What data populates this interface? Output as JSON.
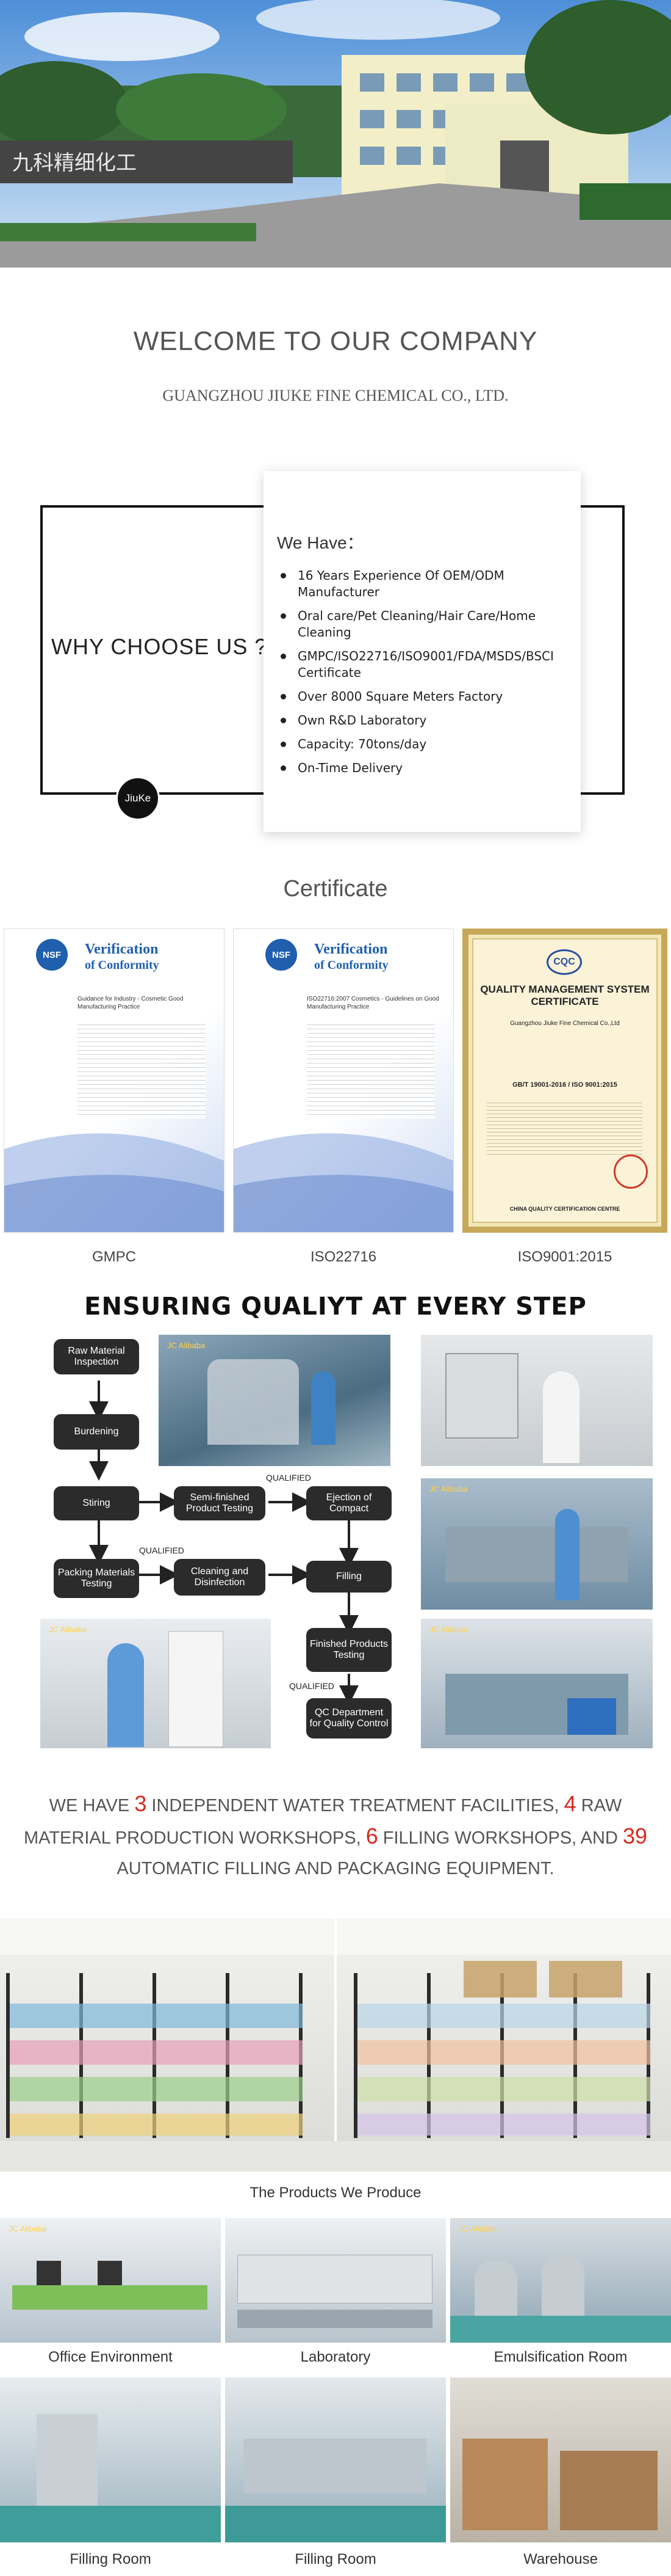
{
  "welcome": {
    "title": "WELCOME TO OUR COMPANY",
    "company": "GUANGZHOU JIUKE FINE CHEMICAL CO., LTD."
  },
  "why": {
    "heading": "WHY CHOOSE US ?",
    "logo": "JiuKe",
    "have_title": "We Have：",
    "items": [
      "16 Years Experience Of OEM/ODM Manufacturer",
      "Oral care/Pet Cleaning/Hair Care/Home Cleaning",
      "GMPC/ISO22716/ISO9001/FDA/MSDS/BSCI Certificate",
      "Over 8000 Square Meters Factory",
      "Own R&D Laboratory",
      "Capacity:  70tons/day",
      "On-Time Delivery"
    ]
  },
  "certificate": {
    "title": "Certificate",
    "items": [
      {
        "caption": "GMPC",
        "head": "Verification",
        "head2": "of Conformity",
        "sub": "Guidance for Industry - Cosmetic Good Manufacturing Practice"
      },
      {
        "caption": "ISO22716",
        "head": "Verification",
        "head2": "of Conformity",
        "sub": "ISO22716:2007 Cosmetics - Guidelines on Good Manufacturing Practice"
      },
      {
        "caption": "ISO9001:2015",
        "qms": "QUALITY MANAGEMENT SYSTEM CERTIFICATE",
        "company": "Guangzhou Jiuke Fine Chemical Co.,Ltd",
        "std": "GB/T 19001-2016 / ISO 9001:2015",
        "centre": "CHINA QUALITY CERTIFICATION CENTRE"
      }
    ]
  },
  "quality": {
    "title": "ENSURING QUALIYT AT EVERY STEP",
    "steps": {
      "raw": "Raw Material Inspection",
      "burdening": "Burdening",
      "stiring": "Stiring",
      "semi": "Semi-finished Product Testing",
      "ejection": "Ejection of Compact",
      "packing": "Packing Materials Testing",
      "cleaning": "Cleaning and Disinfection",
      "filling": "Filling",
      "finished": "Finished Products Testing",
      "qc": "QC Department for Quality Control"
    },
    "qualified": "QUALIFIED"
  },
  "facilities": {
    "p1": "WE HAVE ",
    "n1": "3",
    "p2": " INDEPENDENT WATER TREATMENT FACILITIES, ",
    "n2": "4",
    "p3": " RAW MATERIAL PRODUCTION WORKSHOPS, ",
    "n3": "6",
    "p4": " FILLING WORKSHOPS, AND ",
    "n4": "39",
    "p5": " AUTOMATIC FILLING AND PACKAGING EQUIPMENT.",
    "accent": "#d62b1e"
  },
  "products": {
    "caption": "The Products We Produce"
  },
  "gallery": [
    {
      "caption": "Office Environment"
    },
    {
      "caption": "Laboratory"
    },
    {
      "caption": "Emulsification Room"
    },
    {
      "caption": "Filling Room"
    },
    {
      "caption": "Filling Room"
    },
    {
      "caption": "Warehouse"
    }
  ]
}
